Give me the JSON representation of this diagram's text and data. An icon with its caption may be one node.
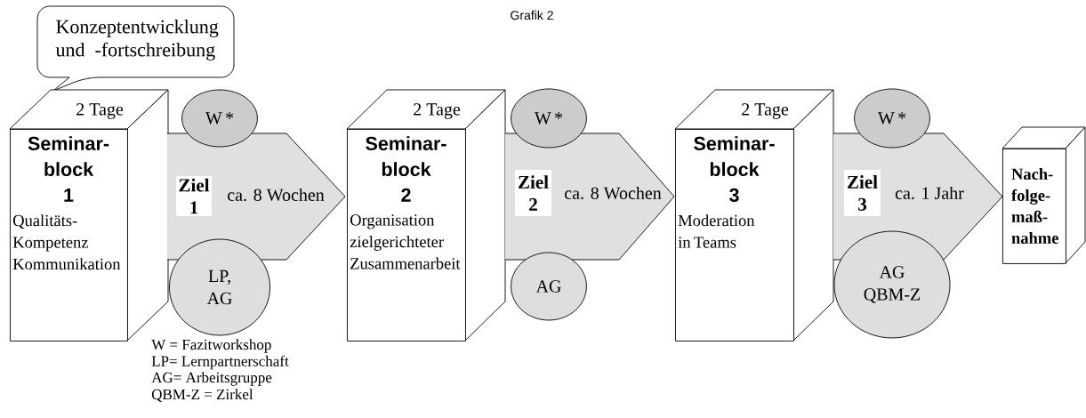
{
  "diagram": {
    "title": "Grafik 2",
    "nodes": [
      {
        "text": [
          "Konzeptentwicklung und -fortschreibung"
        ]
      },
      {
        "text": [
          "2 Tage",
          "Seminar- block 1",
          "Qualitäts- Kompetenz Kommunikation"
        ]
      },
      {
        "text": [
          "W *"
        ]
      },
      {
        "text": [
          "ca. 8 Wochen"
        ]
      },
      {
        "text": [
          "Ziel 1"
        ],
        "in": 3
      },
      {
        "text": [
          "LP, AG"
        ]
      },
      {
        "text": [
          "2 Tage",
          "Seminar- block 2",
          "Organisation zielgerichteter Zusammenarbeit"
        ]
      },
      {
        "text": [
          "W *"
        ]
      },
      {
        "text": [
          "ca. 8 Wochen"
        ]
      },
      {
        "text": [
          "Ziel 2"
        ],
        "in": 8
      },
      {
        "text": [
          "AG"
        ]
      },
      {
        "text": [
          "2 Tage",
          "Seminar- block 3",
          "Moderation in Teams"
        ]
      },
      {
        "text": [
          "W *"
        ]
      },
      {
        "text": [
          "ca. 1 Jahr"
        ]
      },
      {
        "text": [
          "Ziel 3"
        ],
        "in": 13
      },
      {
        "text": [
          "AG QBM-Z"
        ]
      },
      {
        "text": [
          "Nach- folge- maß- nahme"
        ]
      }
    ],
    "labels": [
      "W = Fazitworkshop",
      "LP= Lernpartnerschaft",
      "AG= Arbeitsgruppe",
      "QBM-Z = Zirkel"
    ]
  }
}
